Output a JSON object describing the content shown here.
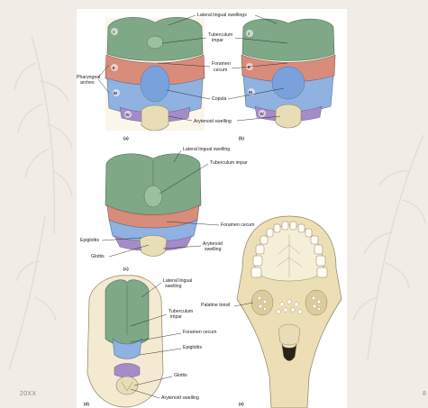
{
  "slide": {
    "footer_left": "20XX",
    "footer_right": "8",
    "background_color": "#f1ece6",
    "figure_background": "#ffffff"
  },
  "colors": {
    "lingual_swelling": "#7ea886",
    "arch_red": "#d88c7c",
    "arch_blue": "#8fb2e0",
    "arytenoid_purple": "#a58cc8",
    "epiglottis_cream": "#e8ddb6"
  },
  "figure": {
    "panel_a_letter": "(a)",
    "panel_b_letter": "(b)",
    "panel_c_letter": "(c)",
    "panel_d_letter": "(d)",
    "panel_e_letter": "(e)",
    "arch_numerals": [
      "I",
      "II",
      "III",
      "IV"
    ],
    "labels": {
      "lateral_lingual_swellings": "Lateral lingual swellings",
      "tuberculum_impar_line1": "Tuberculum",
      "tuberculum_impar_line2": "impar",
      "foramen_cecum_line1": "Foramen",
      "foramen_cecum_line2": "cecum",
      "pharyngeal_line1": "Pharyngeal",
      "pharyngeal_line2": "arches",
      "copula": "Copula",
      "arytenoid_swelling": "Arytenoid swelling",
      "c_lateral_lingual_swelling": "Lateral lingual swelling",
      "c_tuberculum_impar": "Tuberculum impar",
      "c_foramen_cecum": "Foramen cecum",
      "c_epiglottis": "Epiglottis",
      "c_glottis": "Glottis",
      "c_arytenoid_line1": "Arytenoid",
      "c_arytenoid_line2": "swelling",
      "d_lateral_lingual_line1": "Lateral lingual",
      "d_lateral_lingual_line2": "swelling",
      "d_tuberculum_line1": "Tuberculum",
      "d_tuberculum_line2": "impar",
      "d_foramen_cecum": "Foramen cecum",
      "d_epiglottis": "Epiglottis",
      "d_glottis": "Glottis",
      "d_arytenoid": "Arytenoid swelling",
      "e_palatine_tonsil": "Palatine tonsil"
    }
  }
}
